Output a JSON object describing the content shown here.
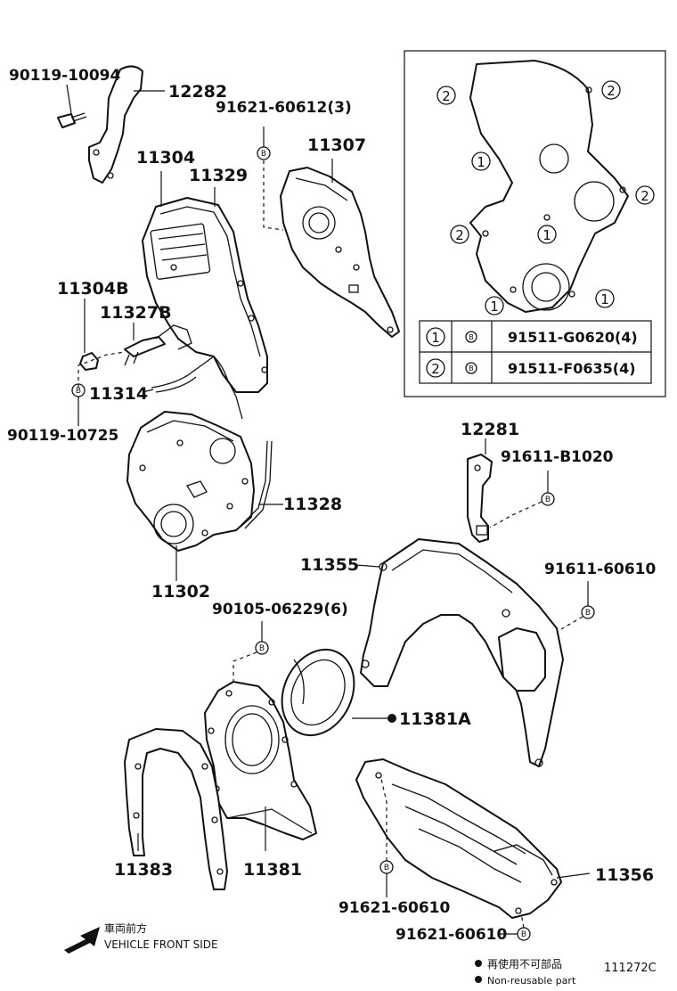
{
  "parts": {
    "p_90119_10094": "90119-10094",
    "p_12282": "12282",
    "p_91621_60612": "91621-60612(3)",
    "p_11304": "11304",
    "p_11329": "11329",
    "p_11307": "11307",
    "p_11304B": "11304B",
    "p_11327B": "11327B",
    "p_11314": "11314",
    "p_90119_10725": "90119-10725",
    "p_11328": "11328",
    "p_11302": "11302",
    "p_12281": "12281",
    "p_91611_B1020": "91611-B1020",
    "p_11355": "11355",
    "p_91611_60610": "91611-60610",
    "p_90105_06229": "90105-06229(6)",
    "p_11381A": "11381A",
    "p_11383": "11383",
    "p_11381": "11381",
    "p_11356": "11356",
    "p_91621_60610_a": "91621-60610",
    "p_91621_60610_b": "91621-60610"
  },
  "inset": {
    "markers": [
      "1",
      "2"
    ],
    "bolt_symbol": "B",
    "table": [
      {
        "key": "1",
        "part": "91511-G0620(4)"
      },
      {
        "key": "2",
        "part": "91511-F0635(4)"
      }
    ]
  },
  "bolt_symbol": "B",
  "direction": {
    "jp": "車両前方",
    "en": "VEHICLE FRONT SIDE"
  },
  "legend": {
    "jp": "再使用不可部品",
    "en": "Non-reusable part"
  },
  "diagram_id": "111272C"
}
